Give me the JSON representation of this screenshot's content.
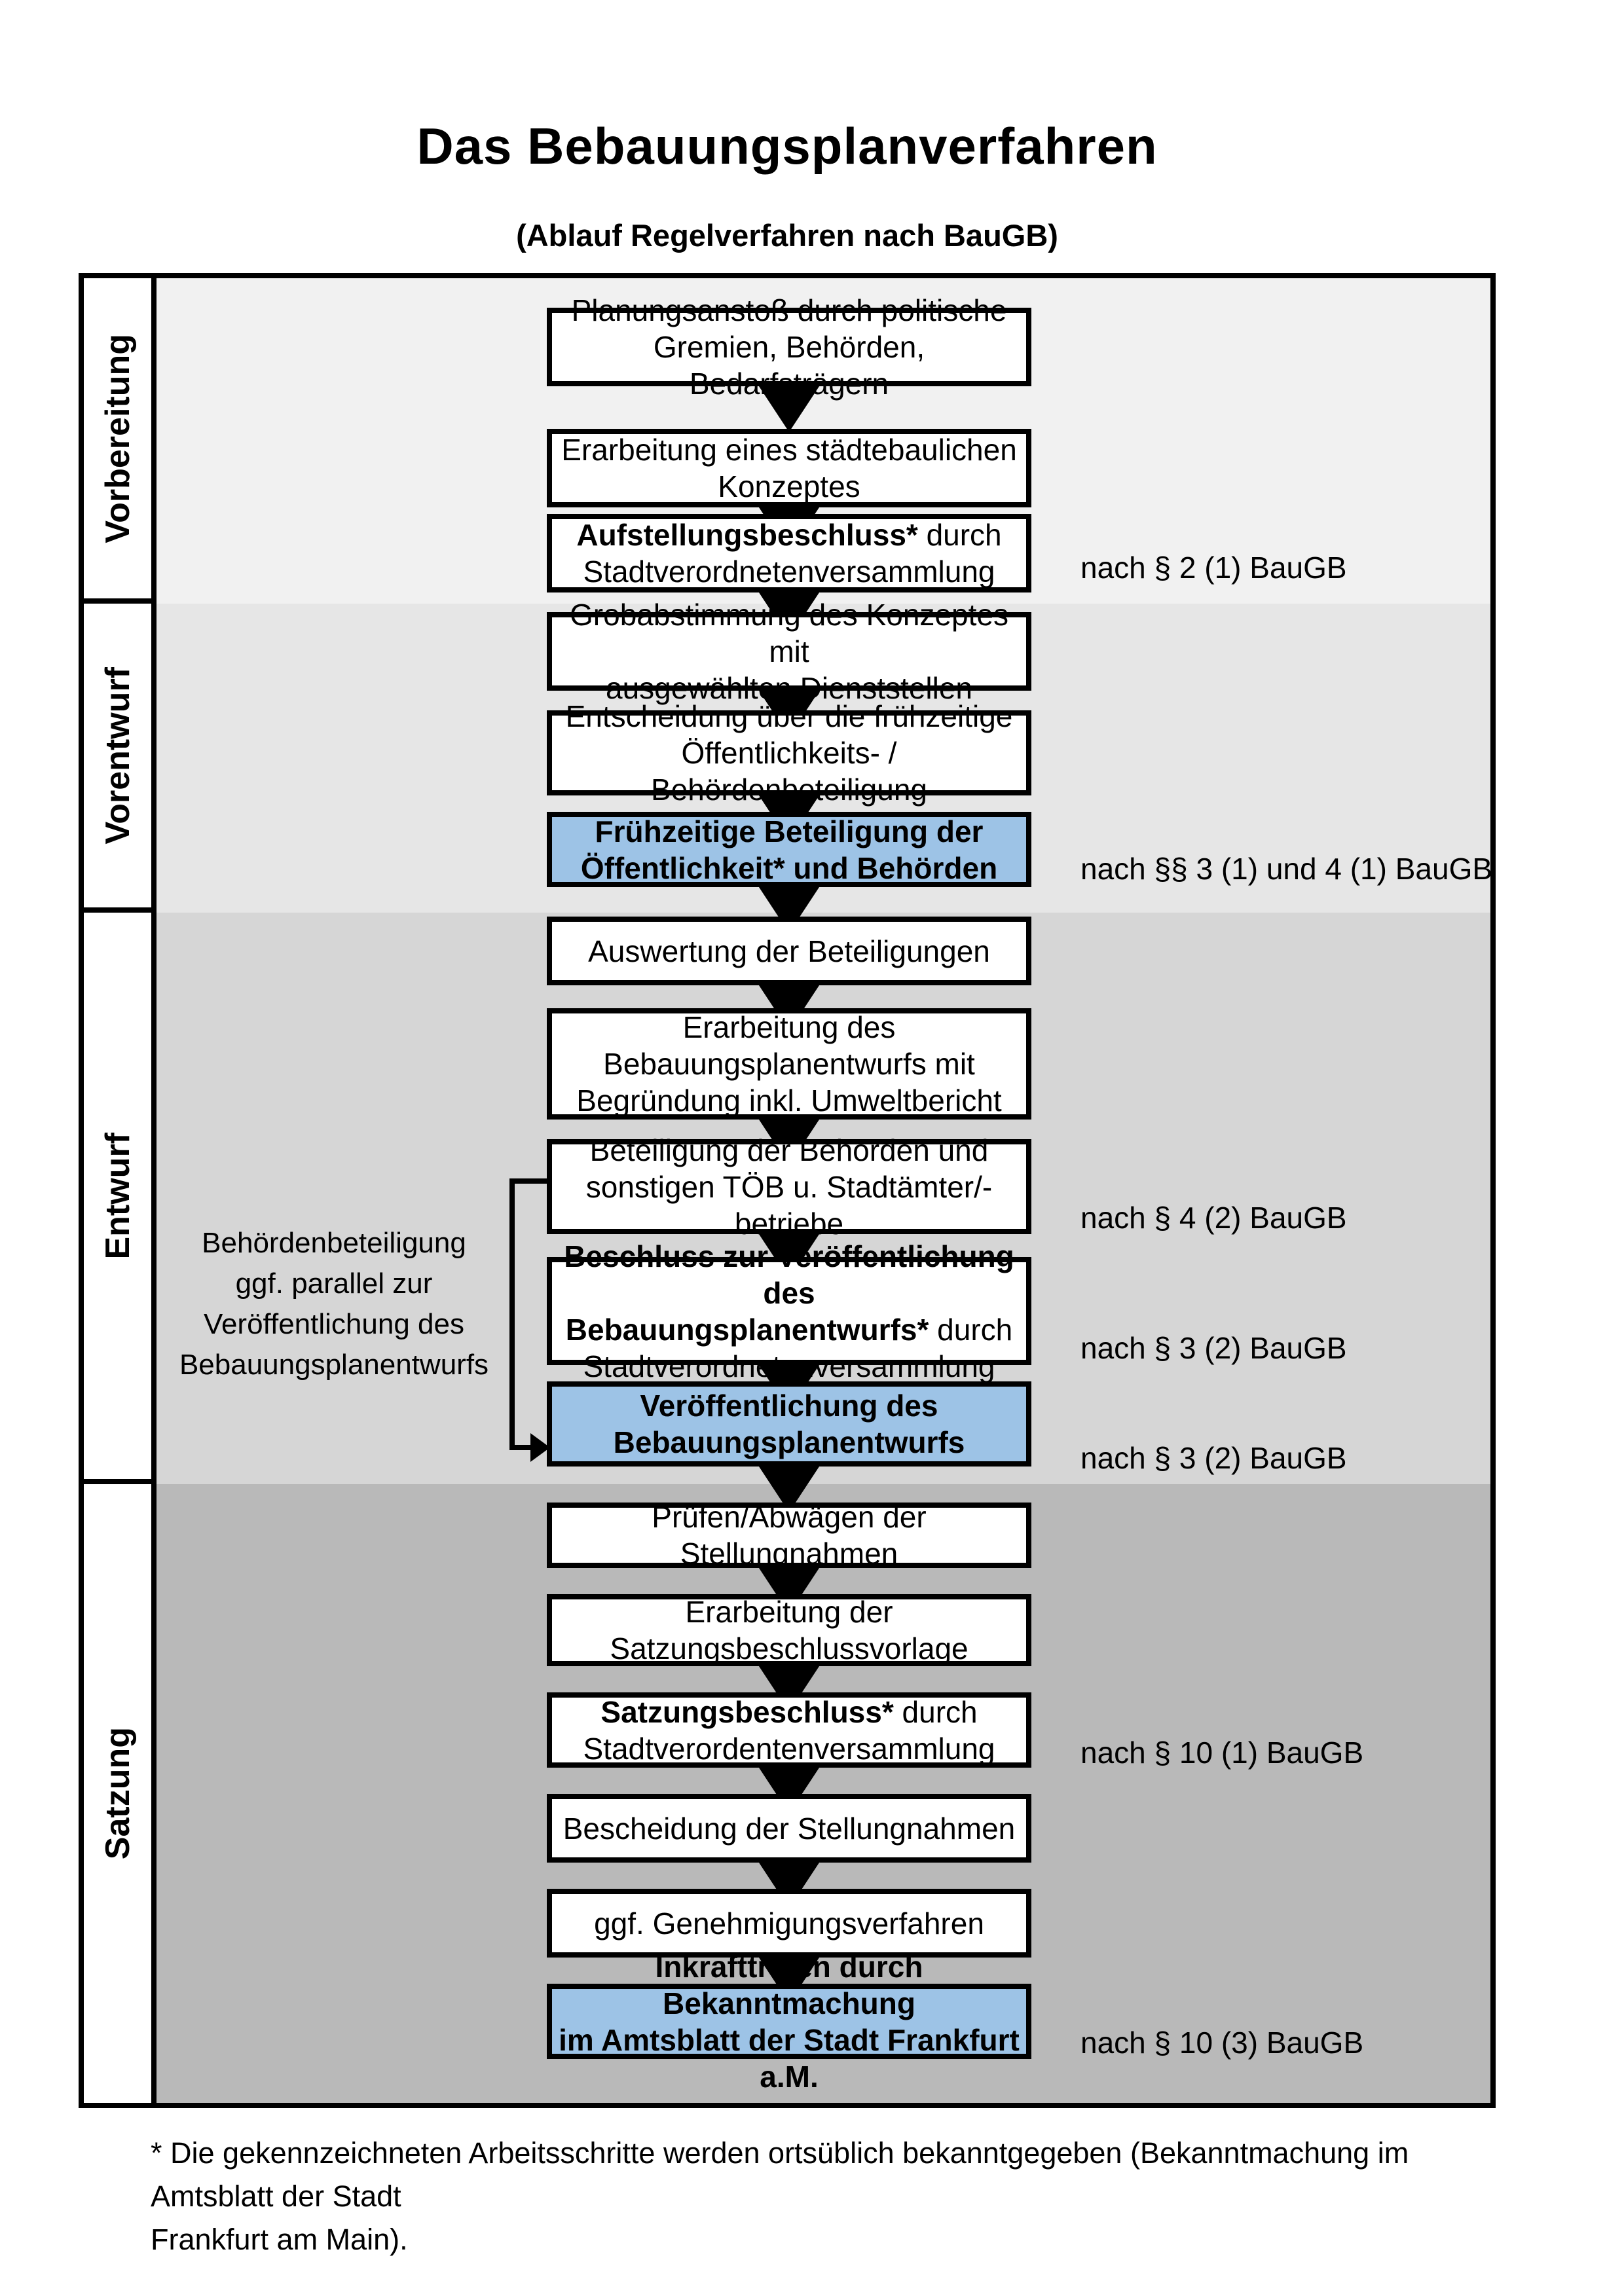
{
  "title": "Das Bebauungsplanverfahren",
  "subtitle": "(Ablauf Regelverfahren nach BauGB)",
  "phases": [
    {
      "label": "Vorbereitung"
    },
    {
      "label": "Vorentwurf"
    },
    {
      "label": "Entwurf"
    },
    {
      "label": "Satzung"
    }
  ],
  "steps": [
    {
      "id": "planungsanstoss",
      "highlight": false,
      "legal": "",
      "lines": [
        [
          {
            "t": "Planungsanstoß durch politische",
            "b": false
          }
        ],
        [
          {
            "t": "Gremien, Behörden, Bedarfsträgern",
            "b": false
          }
        ]
      ]
    },
    {
      "id": "staedtebauliches-konzept",
      "highlight": false,
      "legal": "",
      "lines": [
        [
          {
            "t": "Erarbeitung eines städtebaulichen",
            "b": false
          }
        ],
        [
          {
            "t": "Konzeptes",
            "b": false
          }
        ]
      ]
    },
    {
      "id": "aufstellungsbeschluss",
      "highlight": false,
      "legal": "nach § 2 (1) BauGB",
      "lines": [
        [
          {
            "t": "Aufstellungsbeschluss*",
            "b": true
          },
          {
            "t": " durch",
            "b": false
          }
        ],
        [
          {
            "t": "Stadtverordnetenversammlung",
            "b": false
          }
        ]
      ]
    },
    {
      "id": "grobabstimmung",
      "highlight": false,
      "legal": "",
      "lines": [
        [
          {
            "t": "Grobabstimmung des Konzeptes mit",
            "b": false
          }
        ],
        [
          {
            "t": "ausgewählten Dienststellen",
            "b": false
          }
        ]
      ]
    },
    {
      "id": "entscheidung-fruehzeitige-beteiligung",
      "highlight": false,
      "legal": "",
      "lines": [
        [
          {
            "t": "Entscheidung über die frühzeitige",
            "b": false
          }
        ],
        [
          {
            "t": "Öffentlichkeits- / Behördenbeteiligung",
            "b": false
          }
        ]
      ]
    },
    {
      "id": "fruehzeitige-beteiligung",
      "highlight": true,
      "legal": "nach §§ 3 (1) und 4 (1) BauGB",
      "lines": [
        [
          {
            "t": "Frühzeitige Beteiligung der",
            "b": true
          }
        ],
        [
          {
            "t": "Öffentlichkeit* und Behörden",
            "b": true
          }
        ]
      ]
    },
    {
      "id": "auswertung-beteiligungen",
      "highlight": false,
      "legal": "",
      "lines": [
        [
          {
            "t": "Auswertung der Beteiligungen",
            "b": false
          }
        ]
      ]
    },
    {
      "id": "erarbeitung-bebauungsplanentwurf",
      "highlight": false,
      "legal": "",
      "lines": [
        [
          {
            "t": "Erarbeitung des",
            "b": false
          }
        ],
        [
          {
            "t": "Bebauungsplanentwurfs mit",
            "b": false
          }
        ],
        [
          {
            "t": "Begründung inkl. Umweltbericht",
            "b": false
          }
        ]
      ]
    },
    {
      "id": "beteiligung-behoerden-toeb",
      "highlight": false,
      "legal": "nach § 4 (2) BauGB",
      "lines": [
        [
          {
            "t": "Beteiligung der Behörden und",
            "b": false
          }
        ],
        [
          {
            "t": "sonstigen TÖB u. Stadtämter/-betriebe",
            "b": false
          }
        ]
      ]
    },
    {
      "id": "beschluss-veroeffentlichung",
      "highlight": false,
      "legal": "nach § 3 (2) BauGB",
      "lines": [
        [
          {
            "t": "Beschluss zur Veröffentlichung des",
            "b": true
          }
        ],
        [
          {
            "t": "Bebauungsplanentwurfs*",
            "b": true
          },
          {
            "t": " durch",
            "b": false
          }
        ],
        [
          {
            "t": "Stadtverordnetenversammlung",
            "b": false
          }
        ]
      ]
    },
    {
      "id": "veroeffentlichung-entwurf",
      "highlight": true,
      "legal": "nach § 3 (2) BauGB",
      "lines": [
        [
          {
            "t": "Veröffentlichung des",
            "b": true
          }
        ],
        [
          {
            "t": "Bebauungsplanentwurfs",
            "b": true
          }
        ]
      ]
    },
    {
      "id": "pruefen-abwaegen",
      "highlight": false,
      "legal": "",
      "lines": [
        [
          {
            "t": "Prüfen/Abwägen der Stellungnahmen",
            "b": false
          }
        ]
      ]
    },
    {
      "id": "satzungsbeschlussvorlage",
      "highlight": false,
      "legal": "",
      "lines": [
        [
          {
            "t": "Erarbeitung der",
            "b": false
          }
        ],
        [
          {
            "t": "Satzungsbeschlussvorlage",
            "b": false
          }
        ]
      ]
    },
    {
      "id": "satzungsbeschluss",
      "highlight": false,
      "legal": "nach § 10 (1) BauGB",
      "lines": [
        [
          {
            "t": "Satzungsbeschluss*",
            "b": true
          },
          {
            "t": " durch",
            "b": false
          }
        ],
        [
          {
            "t": "Stadtverordentenversammlung",
            "b": false
          }
        ]
      ]
    },
    {
      "id": "bescheidung-stellungnahmen",
      "highlight": false,
      "legal": "",
      "lines": [
        [
          {
            "t": "Bescheidung der Stellungnahmen",
            "b": false
          }
        ]
      ]
    },
    {
      "id": "genehmigungsverfahren",
      "highlight": false,
      "legal": "",
      "lines": [
        [
          {
            "t": "ggf. Genehmigungsverfahren",
            "b": false
          }
        ]
      ]
    },
    {
      "id": "inkrafttreten",
      "highlight": true,
      "legal": "nach § 10 (3) BauGB",
      "lines": [
        [
          {
            "t": "Inkrafttreten",
            "b": true
          },
          {
            "t": " durch Bekanntmachung",
            "b": false
          }
        ],
        [
          {
            "t": "im Amtsblatt der Stadt Frankfurt a.M.",
            "b": false
          }
        ]
      ]
    }
  ],
  "annotation": {
    "lines": [
      "Behördenbeteiligung",
      "ggf. parallel zur",
      "Veröffentlichung des",
      "Bebauungsplanentwurfs"
    ]
  },
  "footnote": {
    "line1": "* Die gekennzeichneten Arbeitsschritte werden ortsüblich bekanntgegeben (Bekanntmachung im Amtsblatt  der Stadt",
    "line2": "Frankfurt am Main)."
  },
  "colors": {
    "highlight_box": "#9dc3e6",
    "phase_bands": [
      "#f1f1f1",
      "#e6e6e6",
      "#d6d6d6",
      "#b9b9b9"
    ],
    "ink": "#000000"
  }
}
